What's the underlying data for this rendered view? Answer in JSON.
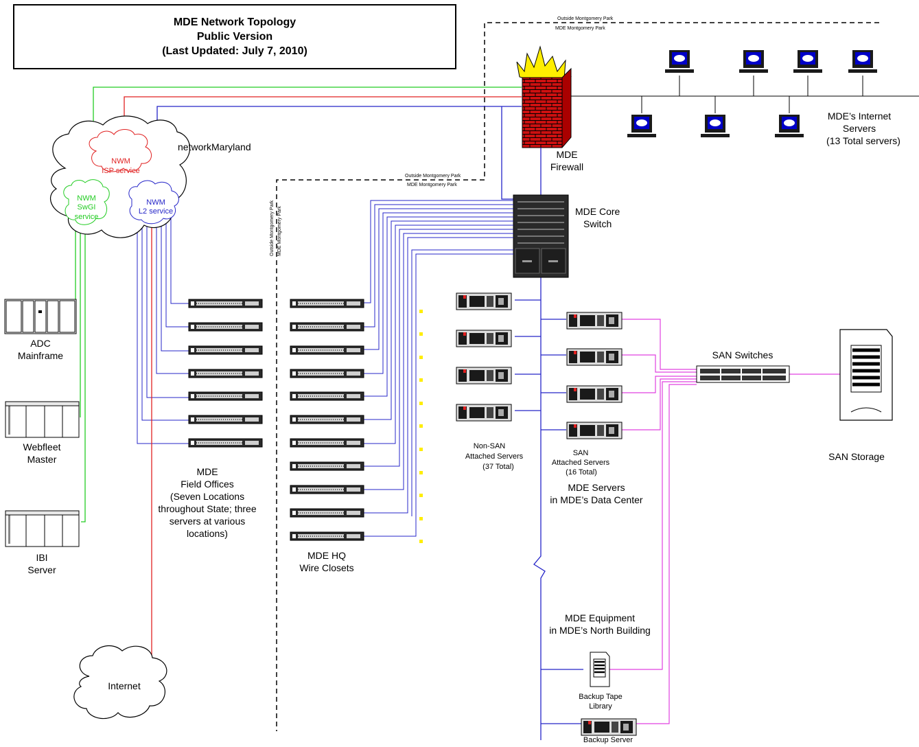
{
  "title_box": {
    "line1": "MDE Network Topology",
    "line2": "Public Version",
    "line3": "(Last Updated: July 7, 2010)"
  },
  "boundary": {
    "outside": "Outside Montgomery Park",
    "inside": "MDE Montgomery Park"
  },
  "cloud_nm": {
    "label": "networkMaryland",
    "isp": [
      "NWM",
      "ISP service"
    ],
    "swgi": [
      "NWM",
      "SwGI",
      "service"
    ],
    "l2": [
      "NWM",
      "L2 service"
    ]
  },
  "firewall": {
    "line1": "MDE",
    "line2": "Firewall"
  },
  "internet_servers": {
    "line1": "MDE’s Internet",
    "line2": "Servers",
    "line3": "(13 Total servers)"
  },
  "core_switch": {
    "line1": "MDE Core",
    "line2": "Switch"
  },
  "adc": {
    "line1": "ADC",
    "line2": "Mainframe"
  },
  "webfleet": {
    "line1": "Webfleet",
    "line2": "Master"
  },
  "ibi": {
    "line1": "IBI",
    "line2": "Server"
  },
  "field_offices": {
    "line1": "MDE",
    "line2": "Field Offices",
    "line3": "(Seven Locations",
    "line4": "throughout State; three",
    "line5": "servers at various",
    "line6": "locations)"
  },
  "hq": {
    "line1": "MDE HQ",
    "line2": "Wire Closets"
  },
  "nonsan": {
    "line1": "Non-SAN",
    "line2": "Attached Servers",
    "line3": "(37 Total)"
  },
  "san_attached": {
    "line1": "SAN",
    "line2": "Attached Servers",
    "line3": "(16 Total)"
  },
  "datacenter": {
    "line1": "MDE Servers",
    "line2": "in MDE’s Data Center"
  },
  "san_switches": "SAN Switches",
  "san_storage": "SAN Storage",
  "north": {
    "line1": "MDE Equipment",
    "line2": "in MDE’s North Building"
  },
  "backup_tape": {
    "line1": "Backup Tape",
    "line2": "Library"
  },
  "backup_server": "Backup Server",
  "internet_cloud": "Internet",
  "colors": {
    "l2": "#2424c8",
    "isp": "#e02020",
    "swgi": "#22cc22",
    "san": "#e040e0",
    "firewall_brick": "#cc1010",
    "flame": "#ffee00"
  }
}
